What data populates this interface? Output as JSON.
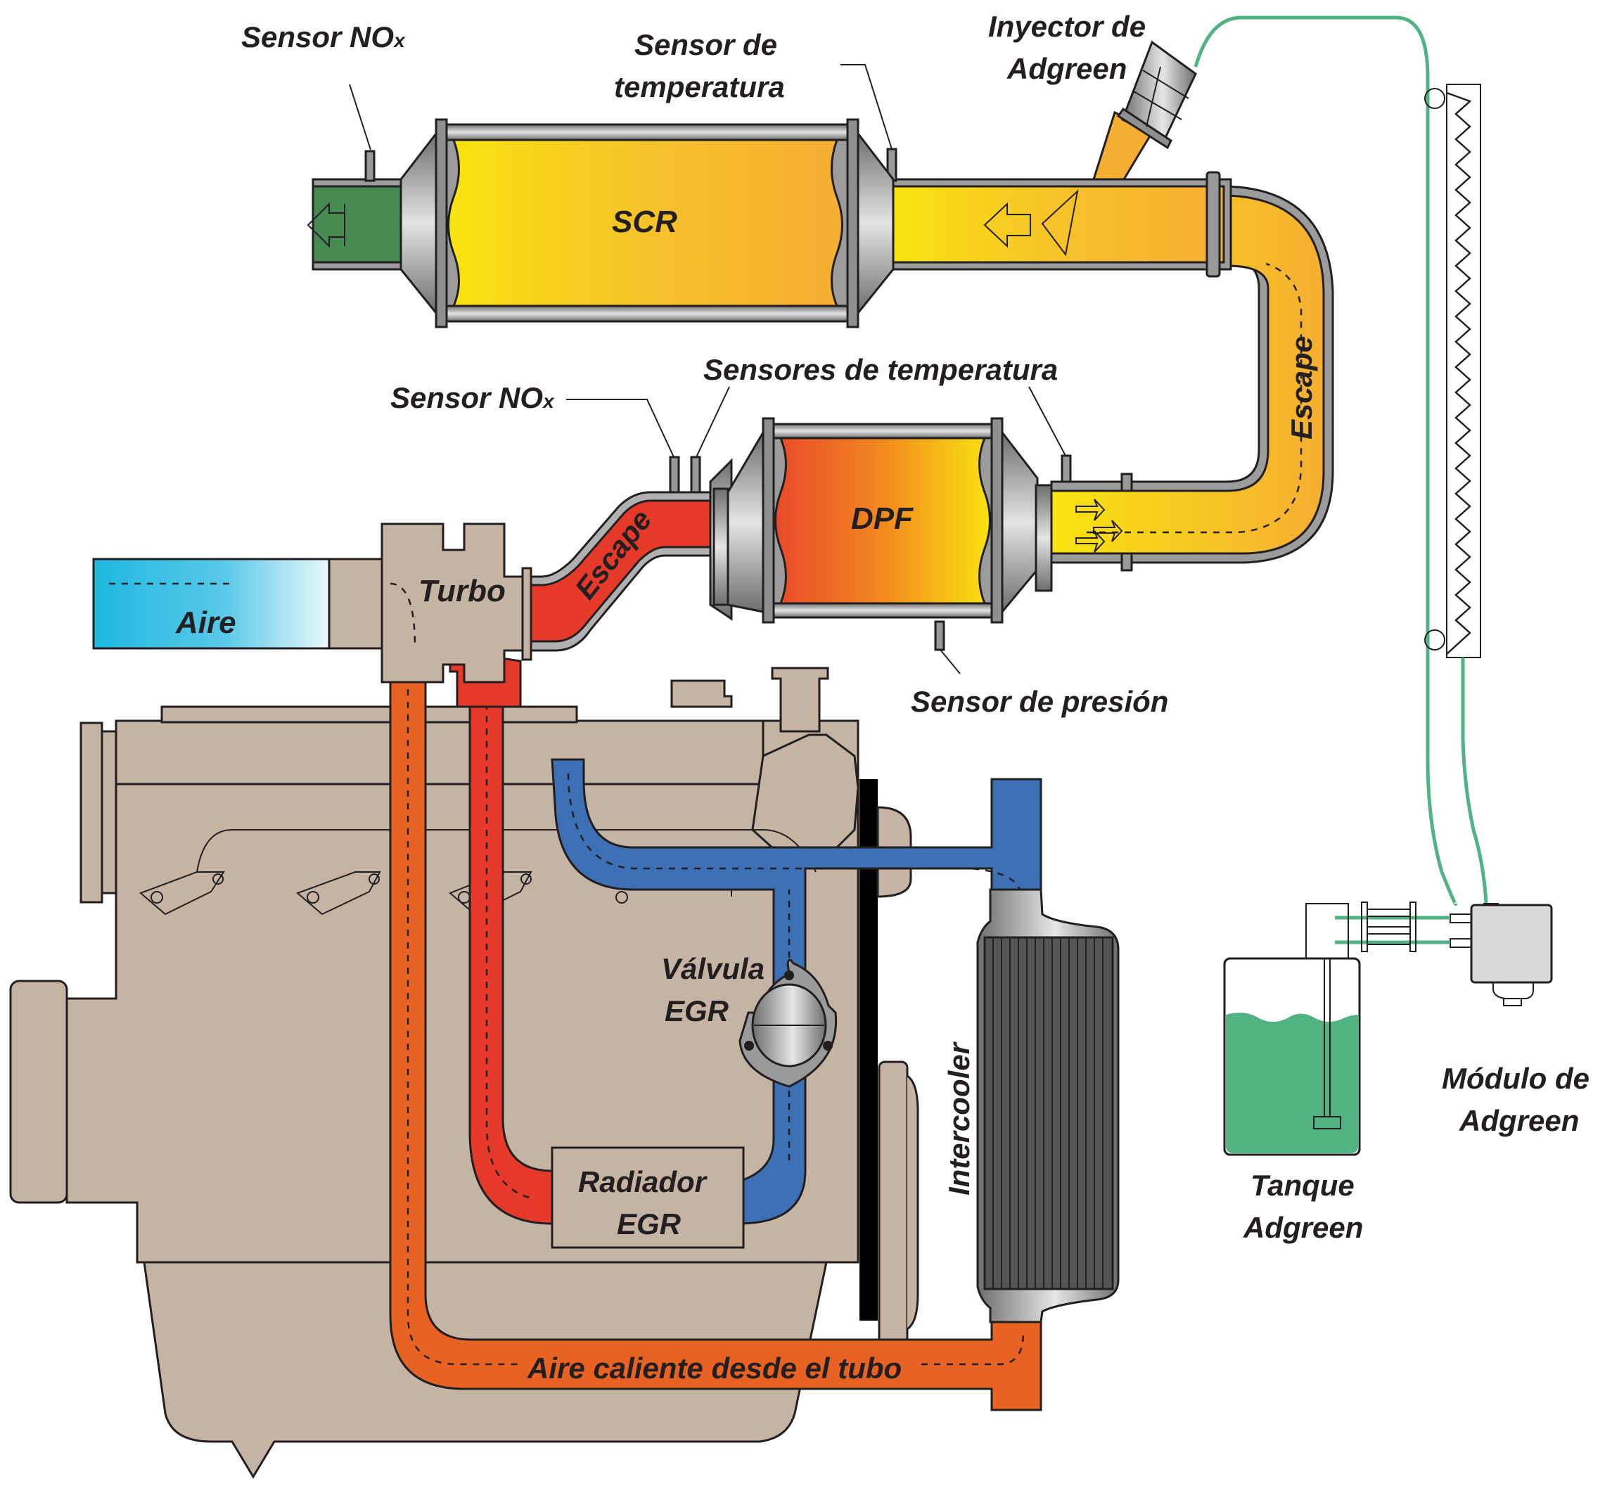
{
  "title": "Sistema de postratamiento de gases de escape diésel con SCR, DPF y EGR",
  "colors": {
    "engine": "#c5b4a4",
    "exhaust_hot": "#e53a2a",
    "exhaust_warm": "#f5b030",
    "exhaust_yellow": "#f8e310",
    "egr_cooled": "#3d6fb4",
    "charge_air": "#e86223",
    "intake_air": "#1fb8e0",
    "adgreen": "#52b382",
    "outlet_green": "#468a52",
    "outlet_arrow": "#5058a8",
    "metal": "#8f8f8f",
    "outline": "#231f20"
  },
  "labels": {
    "sensor_nox_top": "Sensor NOx",
    "sensor_nox_top_main": "Sensor NO",
    "sensor_nox_top_sub": "x",
    "sensor_temp_top_line1": "Sensor de",
    "sensor_temp_top_line2": "temperatura",
    "injector_line1": "Inyector de",
    "injector_line2": "Adgreen",
    "scr": "SCR",
    "escape_right": "Escape",
    "sensor_nox_mid_main": "Sensor NO",
    "sensor_nox_mid_sub": "x",
    "sensores_temp": "Sensores de temperatura",
    "dpf": "DPF",
    "escape_left": "Escape",
    "turbo": "Turbo",
    "aire": "Aire",
    "sensor_presion": "Sensor de presión",
    "valvula_line1": "Válvula",
    "valvula_line2": "EGR",
    "radiador_line1": "Radiador",
    "radiador_line2": "EGR",
    "intercooler": "Intercooler",
    "aire_caliente": "Aire caliente desde el tubo",
    "tanque_line1": "Tanque",
    "tanque_line2": "Adgreen",
    "modulo_line1": "Módulo de",
    "modulo_line2": "Adgreen"
  },
  "components": [
    {
      "id": "scr",
      "name": "SCR catalyst"
    },
    {
      "id": "dpf",
      "name": "Diesel particulate filter"
    },
    {
      "id": "turbo",
      "name": "Turbocharger"
    },
    {
      "id": "egr-valve",
      "name": "EGR valve"
    },
    {
      "id": "egr-cooler",
      "name": "EGR radiator"
    },
    {
      "id": "intercooler",
      "name": "Intercooler"
    },
    {
      "id": "adgreen-tank",
      "name": "Adgreen tank"
    },
    {
      "id": "adgreen-module",
      "name": "Adgreen module"
    },
    {
      "id": "adgreen-injector",
      "name": "Adgreen injector"
    },
    {
      "id": "heated-line",
      "name": "Heated Adgreen line"
    }
  ]
}
